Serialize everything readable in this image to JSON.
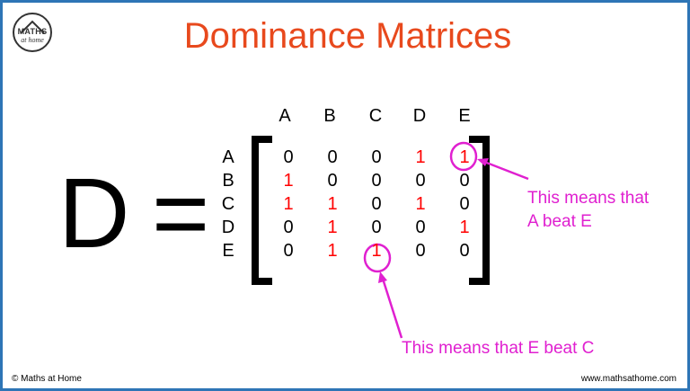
{
  "logo": {
    "top_text": "MATHS",
    "sub_text": "at home"
  },
  "title": "Dominance Matrices",
  "matrix_name": "D",
  "equals": "=",
  "column_labels": [
    "A",
    "B",
    "C",
    "D",
    "E"
  ],
  "row_labels": [
    "A",
    "B",
    "C",
    "D",
    "E"
  ],
  "matrix_values": [
    [
      0,
      0,
      0,
      1,
      1
    ],
    [
      1,
      0,
      0,
      0,
      0
    ],
    [
      1,
      1,
      0,
      1,
      0
    ],
    [
      0,
      1,
      0,
      0,
      1
    ],
    [
      0,
      1,
      1,
      0,
      0
    ]
  ],
  "annotations": {
    "a_beat_e": [
      "This means that",
      "A beat E"
    ],
    "e_beat_c": "This means that E beat C"
  },
  "footer": {
    "copyright": "© Maths at Home",
    "website": "www.mathsathome.com"
  },
  "colors": {
    "title": "#e8491d",
    "win_value": "#ff0000",
    "annotation": "#e020d0",
    "border": "#2e75b6"
  }
}
